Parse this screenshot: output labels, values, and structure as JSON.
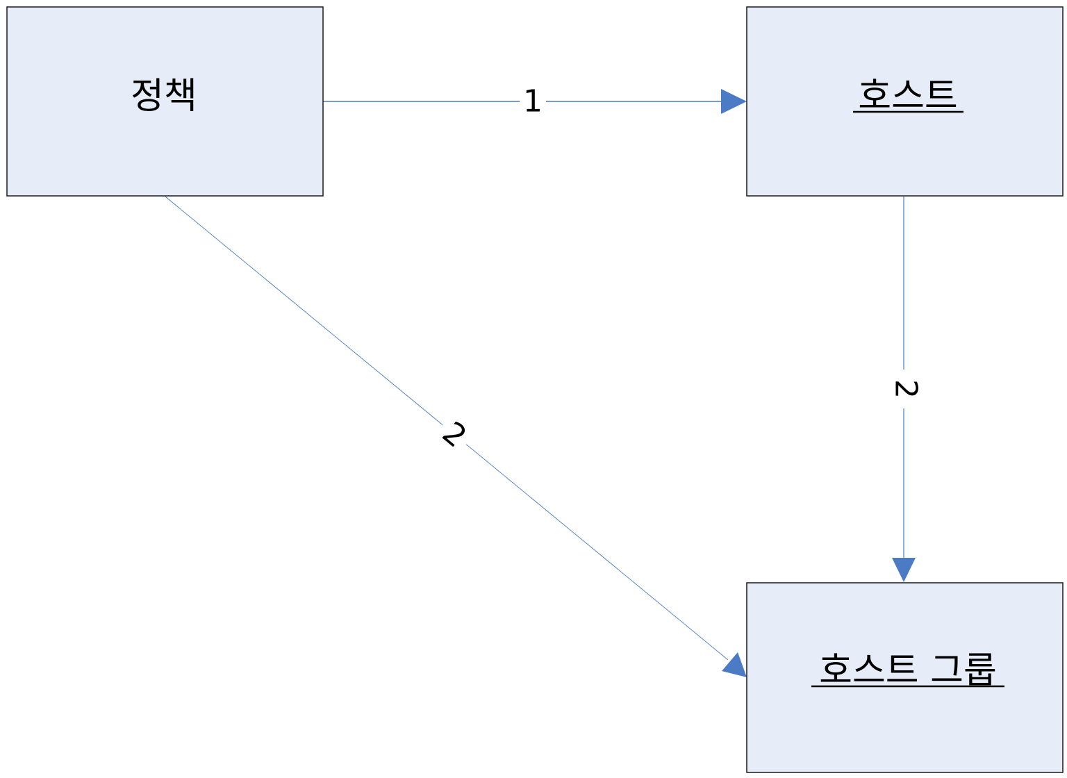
{
  "diagram": {
    "nodes": [
      {
        "id": "policy",
        "label": "정책",
        "underline": false
      },
      {
        "id": "host",
        "label": "호스트",
        "underline": true
      },
      {
        "id": "host-group",
        "label": "호스트 그룹",
        "underline": true
      }
    ],
    "edges": [
      {
        "id": "policy-to-host",
        "from": "policy",
        "to": "host",
        "label": "1"
      },
      {
        "id": "host-to-host-group",
        "from": "host",
        "to": "host-group",
        "label": "2"
      },
      {
        "id": "policy-to-host-group",
        "from": "policy",
        "to": "host-group",
        "label": "2"
      }
    ],
    "colors": {
      "node_fill": "#e6edf8",
      "node_border": "#1a1a1a",
      "edge": "#4a7bc4"
    }
  }
}
